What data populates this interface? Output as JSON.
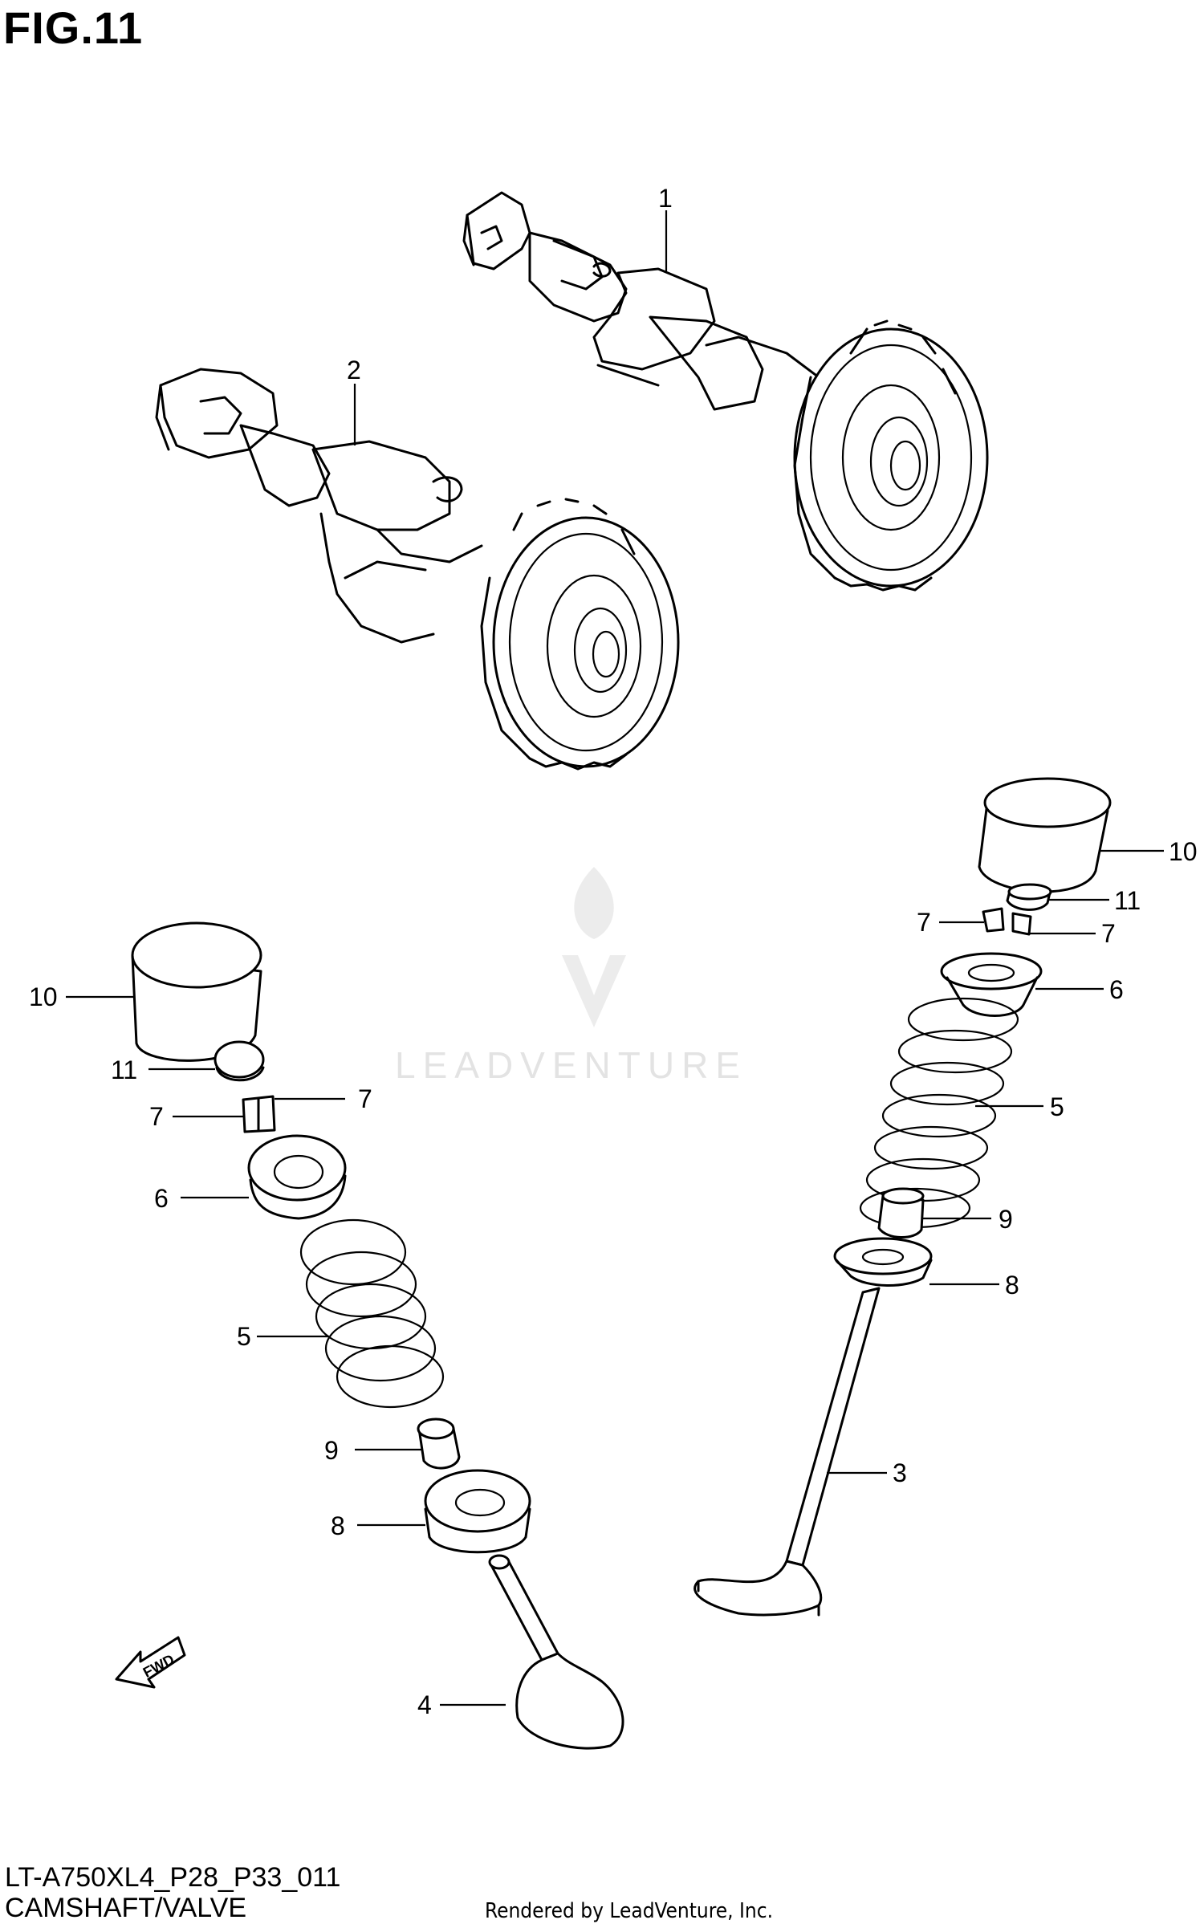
{
  "figure": {
    "title": "FIG.11",
    "code": "LT-A750XL4_P28_P33_011",
    "name": "CAMSHAFT/VALVE",
    "rendered_by": "Rendered by LeadVenture, Inc."
  },
  "watermark": {
    "text": "LEADVENTURE",
    "color": "#e3e3e3"
  },
  "direction_arrow": {
    "label": "FWD"
  },
  "callouts": {
    "c1": "1",
    "c2": "2",
    "c3": "3",
    "c4": "4",
    "c5l": "5",
    "c5r": "5",
    "c6l": "6",
    "c6r": "6",
    "c7la": "7",
    "c7lb": "7",
    "c7ra": "7",
    "c7rb": "7",
    "c8l": "8",
    "c8r": "8",
    "c9l": "9",
    "c9r": "9",
    "c10l": "10",
    "c10r": "10",
    "c11l": "11",
    "c11r": "11"
  }
}
